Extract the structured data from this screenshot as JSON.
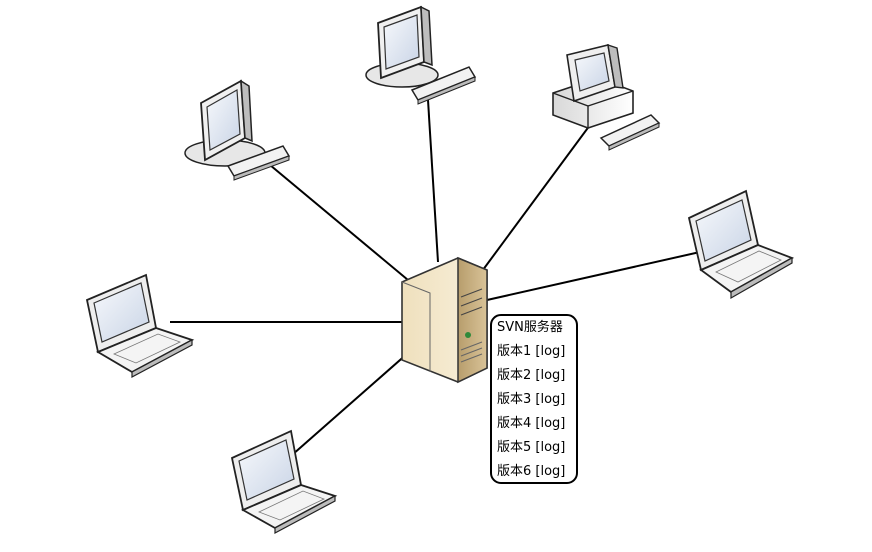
{
  "server": {
    "title": "SVN服务器",
    "versions": [
      "版本1 [log]",
      "版本2 [log]",
      "版本3 [log]",
      "版本4 [log]",
      "版本5 [log]",
      "版本6 [log]"
    ]
  },
  "clients": [
    {
      "kind": "desktop-monitor-icon"
    },
    {
      "kind": "desktop-monitor-icon"
    },
    {
      "kind": "desktop-tower-icon"
    },
    {
      "kind": "laptop-icon"
    },
    {
      "kind": "laptop-icon"
    },
    {
      "kind": "laptop-icon"
    }
  ],
  "colors": {
    "server_body": "#f2e6c8",
    "server_side": "#c9b48a",
    "screen": "#dfe6f1",
    "line": "#000000"
  }
}
